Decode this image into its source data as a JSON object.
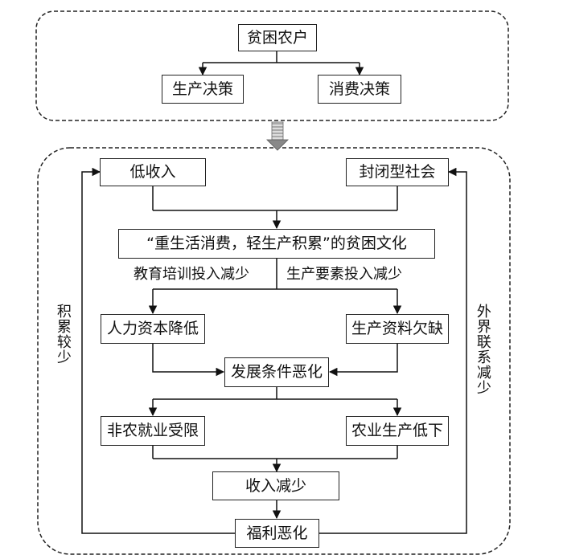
{
  "top_group": {
    "root": "贫困农户",
    "left": "生产决策",
    "right": "消费决策"
  },
  "main_group": {
    "low_income": "低收入",
    "closed_society": "封闭型社会",
    "poverty_culture": "“重生活消费，轻生产积累”的贫困文化",
    "edu_label": "教育培训投入减少",
    "prod_label": "生产要素投入减少",
    "human_capital": "人力资本降低",
    "prod_means": "生产资料欠缺",
    "dev_conditions": "发展条件恶化",
    "nonfarm": "非农就业受限",
    "agri": "农业生产低下",
    "income_decrease": "收入减少",
    "welfare": "福利恶化",
    "left_side_label": "积累较少",
    "right_side_label": "外界联系减少"
  }
}
